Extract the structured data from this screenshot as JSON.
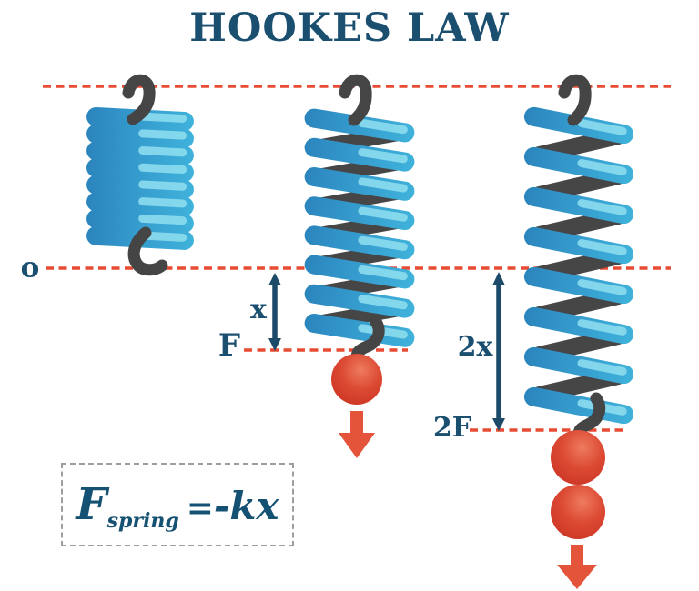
{
  "title": "HOOKES LAW",
  "labels": {
    "origin": "o",
    "displacement_1": "x",
    "force_1": "F",
    "displacement_2": "2x",
    "force_2": "2F"
  },
  "formula": {
    "symbol": "F",
    "subscript": "spring",
    "equals": "=",
    "expression": "-kx"
  },
  "diagram": {
    "springs": [
      {
        "state": "relaxed",
        "extension": null,
        "force": null,
        "weights": 0
      },
      {
        "state": "stretched",
        "extension": "x",
        "force": "F",
        "weights": 1
      },
      {
        "state": "stretched",
        "extension": "2x",
        "force": "2F",
        "weights": 2
      }
    ]
  },
  "colors": {
    "text_navy": "#1b4f70",
    "measure_arrow_navy": "#1c4a68",
    "dashed_line_red": "#e84b33",
    "spring_blue_dark": "#2d89c0",
    "spring_blue": "#3dadd8",
    "spring_blue_highlight": "#90dff0",
    "spring_wire_gray": "#454545",
    "ball_red": "#d84430",
    "force_arrow_red": "#e4543b",
    "formula_box_border": "#9e9e9e"
  }
}
